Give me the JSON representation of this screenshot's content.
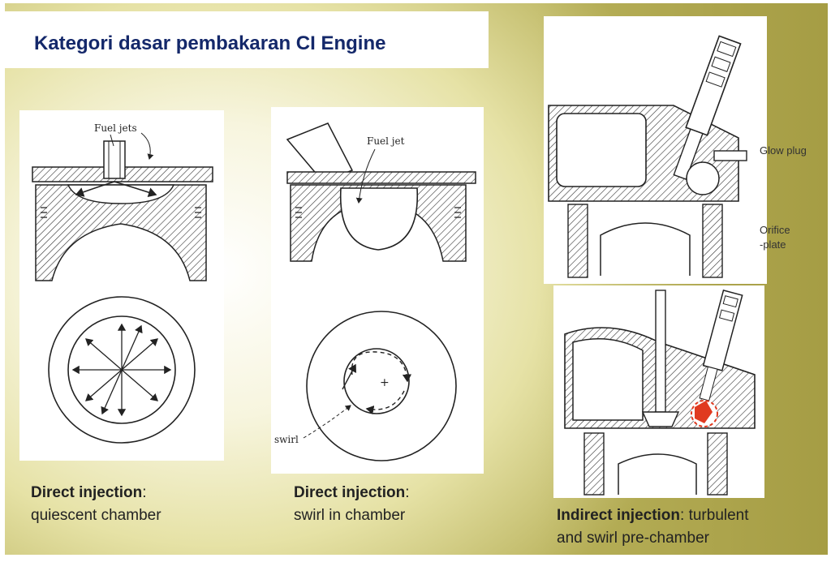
{
  "title": "Kategori dasar pembakaran CI Engine",
  "panels": {
    "quiescent": {
      "label_fuel_jets": "Fuel jets",
      "caption_bold": "Direct injection",
      "caption_colon": ":",
      "caption_rest": "quiescent chamber"
    },
    "swirl": {
      "label_fuel_jet": "Fuel jet",
      "label_swirl": "swirl",
      "caption_bold": "Direct injection",
      "caption_colon": ":",
      "caption_rest": "swirl in chamber"
    },
    "indirect": {
      "label_glow_plug": "Glow plug",
      "label_orifice_1": "Orifice",
      "label_orifice_2": "-plate",
      "caption_bold": "Indirect injection",
      "caption_line1_rest": ": turbulent",
      "caption_line2": "and swirl pre-chamber"
    }
  },
  "colors": {
    "title": "#14286a",
    "flame": "#e03a20"
  }
}
